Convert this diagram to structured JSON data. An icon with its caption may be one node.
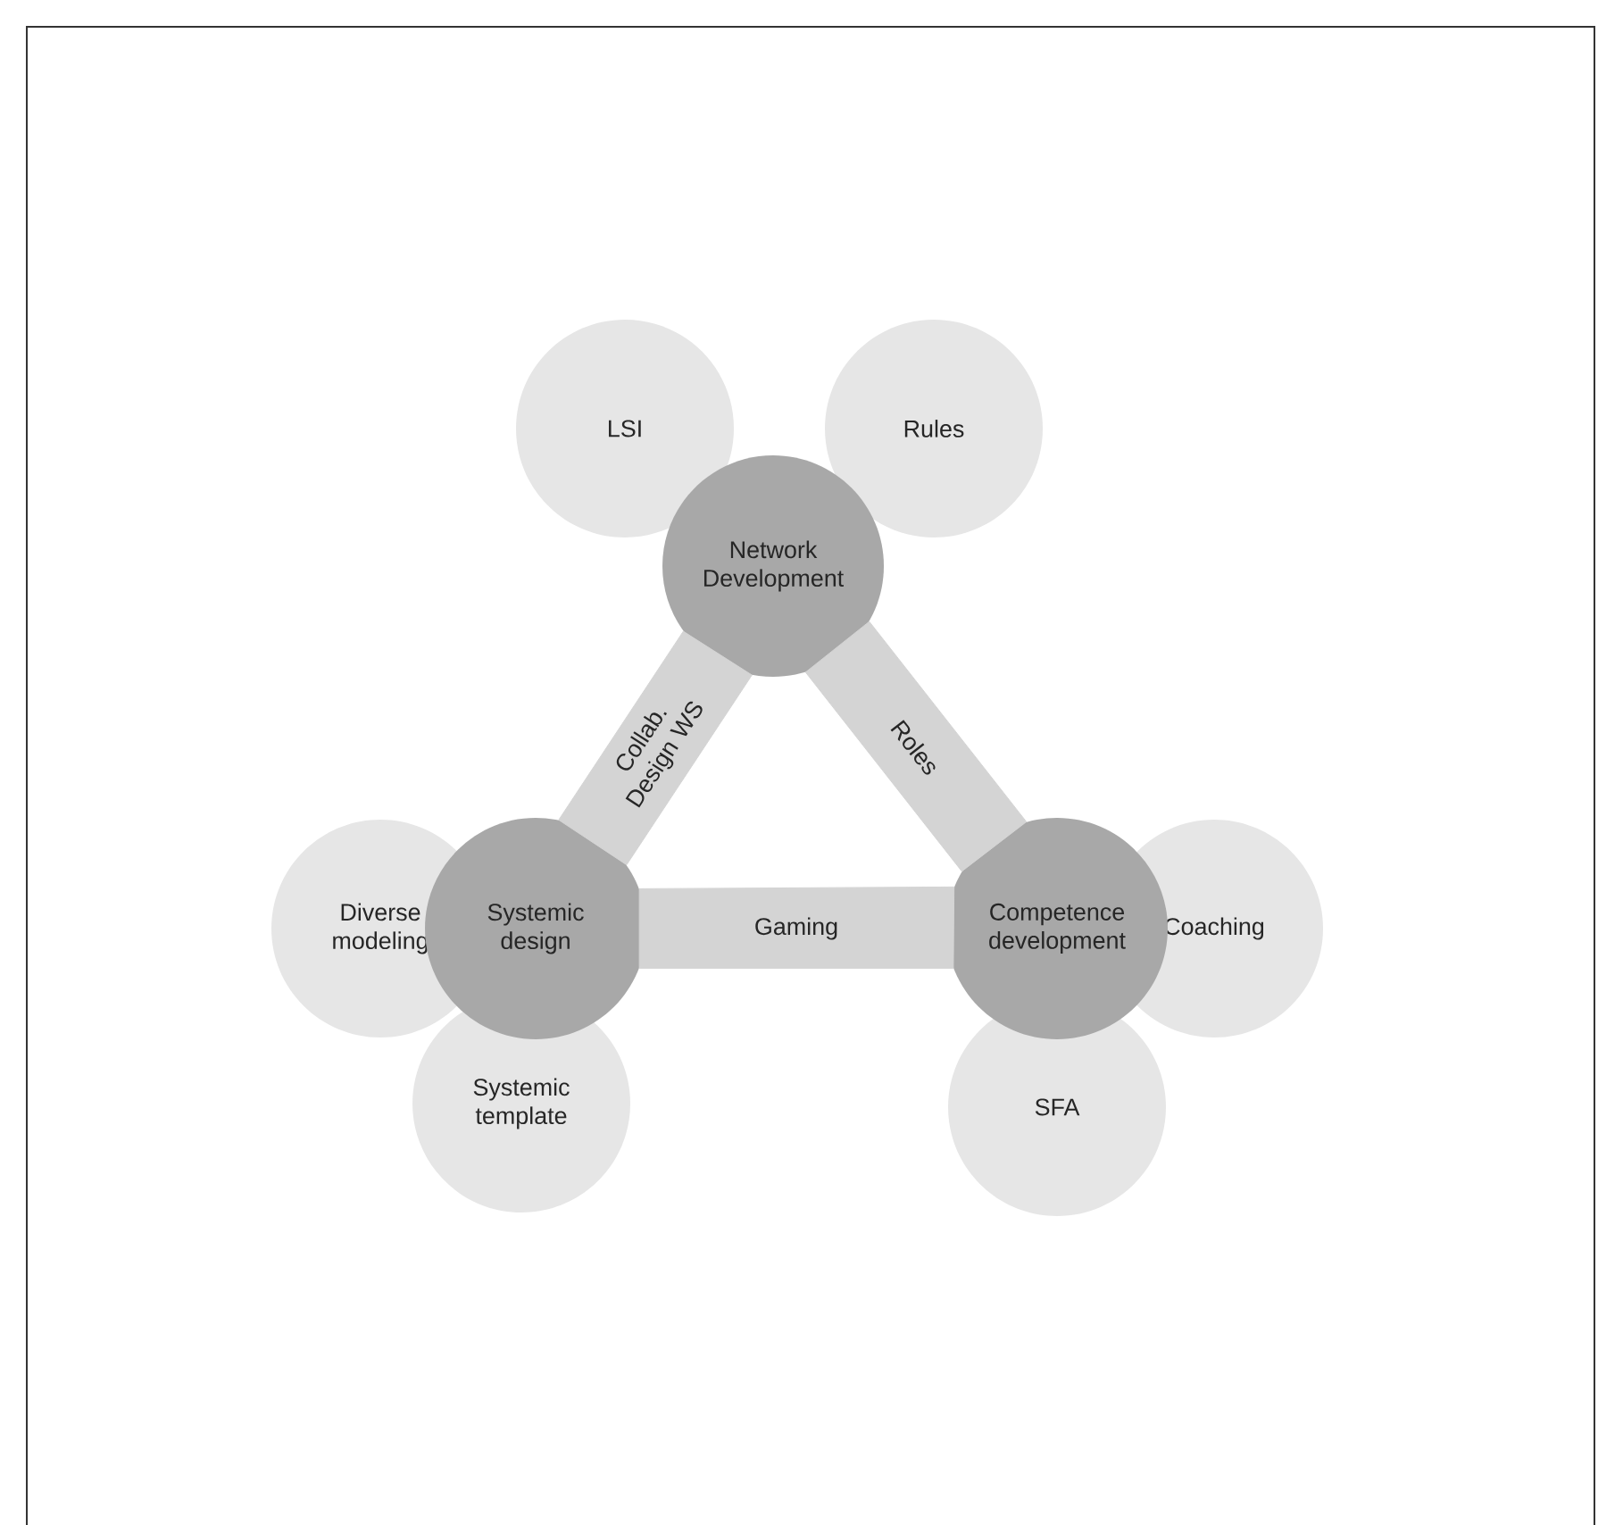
{
  "diagram": {
    "nodes": [
      {
        "text": [
          "LSI"
        ]
      },
      {
        "text": [
          "Rules"
        ]
      },
      {
        "text": [
          "Network Development"
        ]
      },
      {
        "text": [
          "Diverse modeling"
        ]
      },
      {
        "text": [
          "Systemic design"
        ]
      },
      {
        "text": [
          "Competence development"
        ]
      },
      {
        "text": [
          "Coaching"
        ]
      },
      {
        "text": [
          "Systemic template"
        ]
      },
      {
        "text": [
          "SFA"
        ]
      }
    ],
    "edges": [
      {
        "from": 2,
        "to": 4,
        "arrow": "none",
        "label": "Collab. Design WS"
      },
      {
        "from": 2,
        "to": 5,
        "arrow": "none",
        "label": "Roles"
      },
      {
        "from": 4,
        "to": 5,
        "arrow": "none",
        "label": "Gaming"
      }
    ]
  }
}
